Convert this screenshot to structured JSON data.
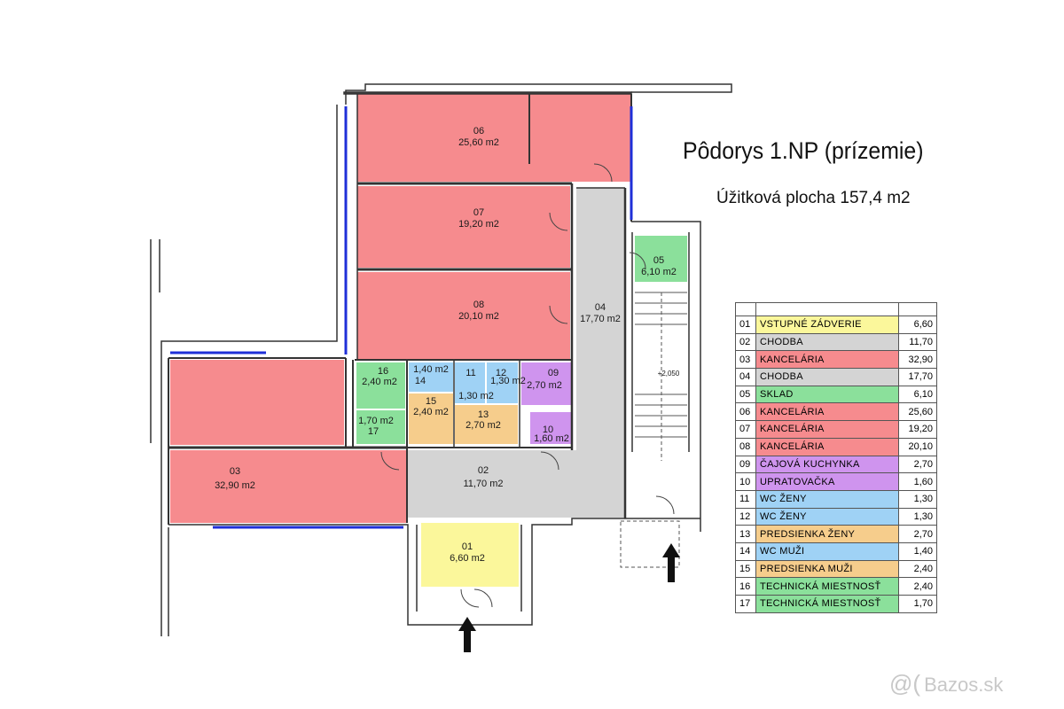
{
  "header": {
    "title": "Pôdorys 1.NP (prízemie)",
    "subtitle": "Úžitková plocha 157,4 m2"
  },
  "colors": {
    "yellow": "#fbf79b",
    "gray": "#d4d4d4",
    "red": "#f68b8e",
    "green": "#8be09b",
    "purple": "#cf94ee",
    "blue": "#9fd2f5",
    "orange": "#f6cd8c",
    "window": "#1f2fd8"
  },
  "rooms": [
    {
      "no": "01",
      "name": "VSTUPNÉ ZÁDVERIE",
      "area": "6,60",
      "color": "yellow",
      "plan_area": "6,60 m2"
    },
    {
      "no": "02",
      "name": "CHODBA",
      "area": "11,70",
      "color": "gray",
      "plan_area": "11,70 m2"
    },
    {
      "no": "03",
      "name": "KANCELÁRIA",
      "area": "32,90",
      "color": "red",
      "plan_area": "32,90 m2"
    },
    {
      "no": "04",
      "name": "CHODBA",
      "area": "17,70",
      "color": "gray",
      "plan_area": "17,70 m2"
    },
    {
      "no": "05",
      "name": "SKLAD",
      "area": "6,10",
      "color": "green",
      "plan_area": "6,10 m2"
    },
    {
      "no": "06",
      "name": "KANCELÁRIA",
      "area": "25,60",
      "color": "red",
      "plan_area": "25,60 m2"
    },
    {
      "no": "07",
      "name": "KANCELÁRIA",
      "area": "19,20",
      "color": "red",
      "plan_area": "19,20 m2"
    },
    {
      "no": "08",
      "name": "KANCELÁRIA",
      "area": "20,10",
      "color": "red",
      "plan_area": "20,10 m2"
    },
    {
      "no": "09",
      "name": "ČAJOVÁ KUCHYNKA",
      "area": "2,70",
      "color": "purple",
      "plan_area": "2,70 m2"
    },
    {
      "no": "10",
      "name": "UPRATOVAČKA",
      "area": "1,60",
      "color": "purple",
      "plan_area": "1,60 m2"
    },
    {
      "no": "11",
      "name": "WC ŽENY",
      "area": "1,30",
      "color": "blue",
      "plan_area": "1,30 m2"
    },
    {
      "no": "12",
      "name": "WC ŽENY",
      "area": "1,30",
      "color": "blue",
      "plan_area": "1,30 m2"
    },
    {
      "no": "13",
      "name": "PREDSIENKA ŽENY",
      "area": "2,70",
      "color": "orange",
      "plan_area": "2,70 m2"
    },
    {
      "no": "14",
      "name": "WC MUŽI",
      "area": "1,40",
      "color": "blue",
      "plan_area": "1,40 m2"
    },
    {
      "no": "15",
      "name": "PREDSIENKA MUŽI",
      "area": "2,40",
      "color": "orange",
      "plan_area": "2,40 m2"
    },
    {
      "no": "16",
      "name": "TECHNICKÁ MIESTNOSŤ",
      "area": "2,40",
      "color": "green",
      "plan_area": "2,40 m2"
    },
    {
      "no": "17",
      "name": "TECHNICKÁ MIESTNOSŤ",
      "area": "1,70",
      "color": "green",
      "plan_area": "1,70 m2"
    }
  ],
  "stair_level": "+2,050",
  "watermark": {
    "symbol": "@(",
    "text": "Bazos.sk"
  }
}
